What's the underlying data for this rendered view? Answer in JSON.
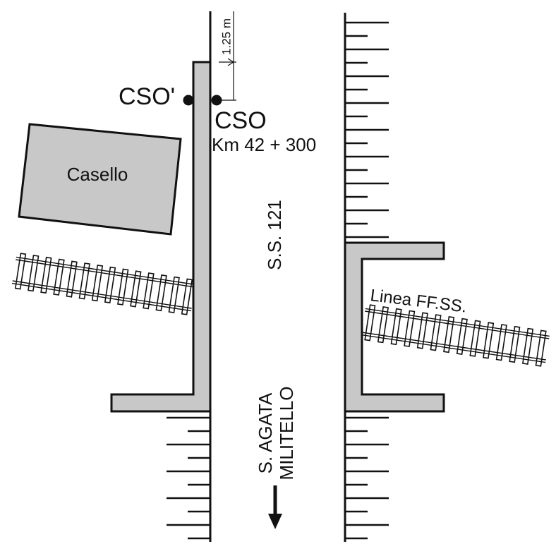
{
  "labels": {
    "dimension": "1.25 m",
    "cso_prime": "CSO'",
    "cso": "CSO",
    "km": "Km 42 + 300",
    "casello": "Casello",
    "road": "S.S. 121",
    "railway": "Linea FF.SS.",
    "direction_line1": "S. AGATA",
    "direction_line2": "MILITELLO"
  },
  "colors": {
    "stroke": "#111111",
    "fill_gray": "#c8c8c8",
    "background": "#ffffff"
  }
}
